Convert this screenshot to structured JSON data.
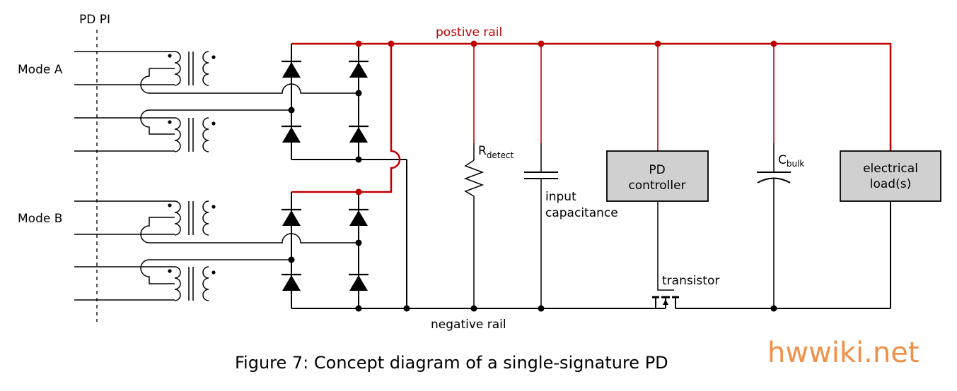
{
  "labels": {
    "pd_pi": "PD PI",
    "mode_a": "Mode A",
    "mode_b": "Mode B",
    "positive_rail": "postive rail",
    "negative_rail": "negative rail",
    "r_detect_main": "R",
    "r_detect_sub": "detect",
    "input_cap_line1": "input",
    "input_cap_line2": "capacitance",
    "pd_controller_line1": "PD",
    "pd_controller_line2": "controller",
    "c_bulk_main": "C",
    "c_bulk_sub": "bulk",
    "load_line1": "electrical",
    "load_line2": "load(s)",
    "transistor": "transistor"
  },
  "caption": "Figure 7: Concept diagram of a single-signature PD",
  "watermark": "hwwiki.net",
  "colors": {
    "positive_rail": "#c00000",
    "wire": "#000000",
    "box_fill": "#d0d0d0",
    "watermark": "#f0914a"
  }
}
